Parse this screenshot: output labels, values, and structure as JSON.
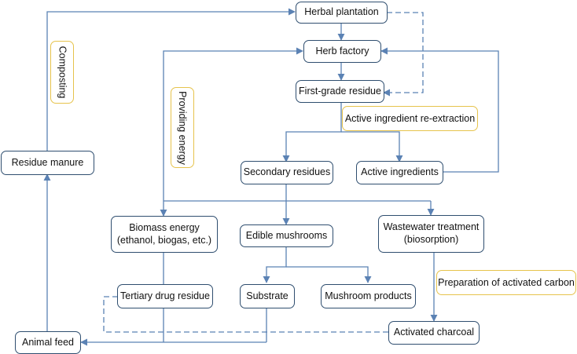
{
  "colors": {
    "line": "#5b82b4",
    "box_border": "#2f4e6f",
    "note_border": "#e6c34c"
  },
  "nodes": {
    "herbal_plantation": "Herbal plantation",
    "herb_factory": "Herb factory",
    "first_grade_residue": "First-grade residue",
    "secondary_residues": "Secondary residues",
    "active_ingredients": "Active ingredients",
    "biomass_energy_line1": "Biomass energy",
    "biomass_energy_line2": "(ethanol, biogas, etc.)",
    "edible_mushrooms": "Edible mushrooms",
    "wastewater_line1": "Wastewater treatment",
    "wastewater_line2": "(biosorption)",
    "tertiary_drug_residue": "Tertiary drug residue",
    "substrate": "Substrate",
    "mushroom_products": "Mushroom products",
    "activated_charcoal": "Activated charcoal",
    "animal_feed": "Animal feed",
    "residue_manure": "Residue manure"
  },
  "notes": {
    "composting": "Composting",
    "providing_energy": "Providing energy",
    "reextraction": "Active ingredient re-extraction",
    "activated_carbon": "Preparation of activated carbon"
  }
}
